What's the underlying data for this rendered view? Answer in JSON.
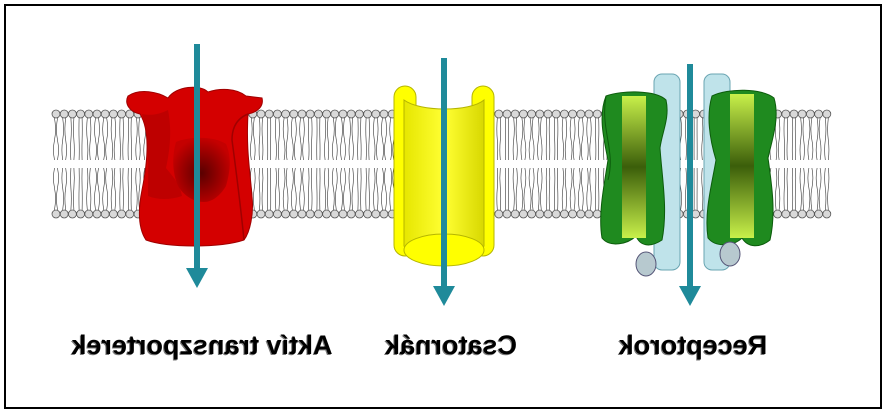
{
  "labels": {
    "transporters": "Aktív transzporterek",
    "channels": "Csatornák",
    "receptors": "Receptorok"
  },
  "colors": {
    "border": "#000000",
    "lipid_head": "#d9d9d9",
    "transporter": "#d40000",
    "channel": "#ffff00",
    "receptor": "#1f8a1f",
    "receptor_light": "#a8e03a",
    "receptor_backbone": "#bfe3ea",
    "arrow": "#1f8a9a"
  },
  "icons": [
    "membrane-bilayer",
    "transporter-protein",
    "channel-protein",
    "receptor-protein",
    "flow-arrow"
  ]
}
